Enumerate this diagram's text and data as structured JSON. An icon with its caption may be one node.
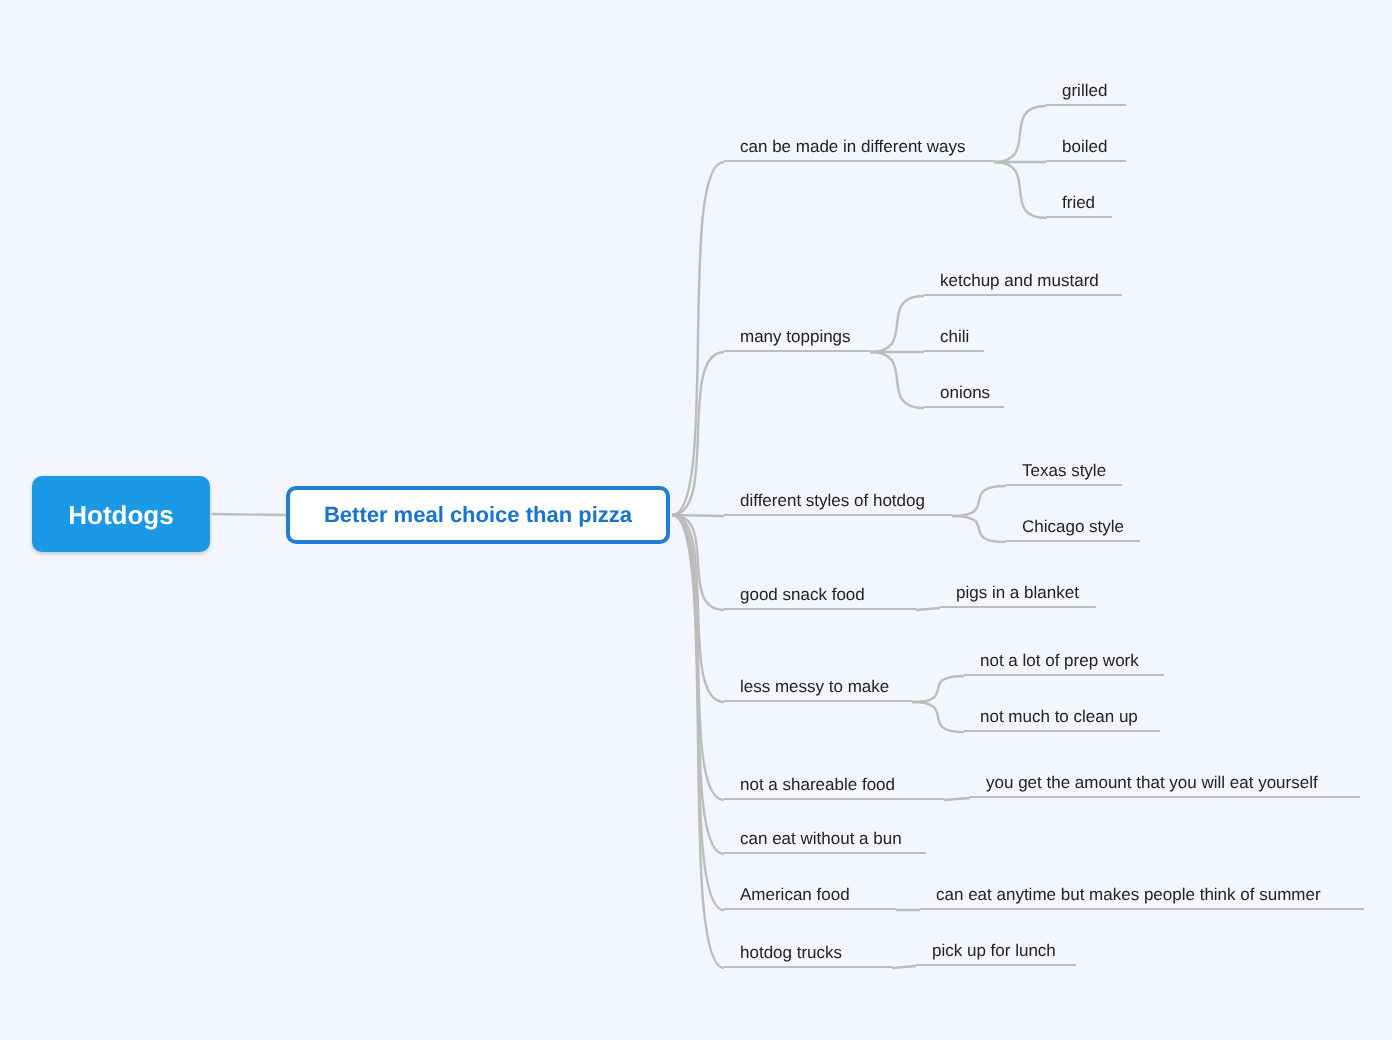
{
  "diagram": {
    "nodes": [
      {
        "text": [
          "Hotdogs"
        ]
      },
      {
        "text": [
          "Better meal choice than pizza"
        ]
      },
      {
        "text": [
          "can be made in different ways"
        ]
      },
      {
        "text": [
          "grilled"
        ]
      },
      {
        "text": [
          "boiled"
        ]
      },
      {
        "text": [
          "fried"
        ]
      },
      {
        "text": [
          "many toppings"
        ]
      },
      {
        "text": [
          "ketchup and mustard"
        ]
      },
      {
        "text": [
          "chili"
        ]
      },
      {
        "text": [
          "onions"
        ]
      },
      {
        "text": [
          "different styles of hotdog"
        ]
      },
      {
        "text": [
          "Texas style"
        ]
      },
      {
        "text": [
          "Chicago style"
        ]
      },
      {
        "text": [
          "good snack food"
        ]
      },
      {
        "text": [
          "pigs in a blanket"
        ]
      },
      {
        "text": [
          "less messy to make"
        ]
      },
      {
        "text": [
          "not a lot of prep work"
        ]
      },
      {
        "text": [
          "not much to clean up"
        ]
      },
      {
        "text": [
          "not a shareable food"
        ]
      },
      {
        "text": [
          "you get the amount that you will eat yourself"
        ]
      },
      {
        "text": [
          "can eat without a bun"
        ]
      },
      {
        "text": [
          "American food"
        ]
      },
      {
        "text": [
          "can eat anytime but makes people think of summer"
        ]
      },
      {
        "text": [
          "hotdog trucks"
        ]
      },
      {
        "text": [
          "pick up for lunch"
        ]
      }
    ],
    "edges": [
      {
        "from": 0,
        "to": 1,
        "arrow": "none"
      },
      {
        "from": 1,
        "to": 2,
        "arrow": "none"
      },
      {
        "from": 2,
        "to": 3,
        "arrow": "none"
      },
      {
        "from": 2,
        "to": 4,
        "arrow": "none"
      },
      {
        "from": 2,
        "to": 5,
        "arrow": "none"
      },
      {
        "from": 1,
        "to": 6,
        "arrow": "none"
      },
      {
        "from": 6,
        "to": 7,
        "arrow": "none"
      },
      {
        "from": 6,
        "to": 8,
        "arrow": "none"
      },
      {
        "from": 6,
        "to": 9,
        "arrow": "none"
      },
      {
        "from": 1,
        "to": 10,
        "arrow": "none"
      },
      {
        "from": 10,
        "to": 11,
        "arrow": "none"
      },
      {
        "from": 10,
        "to": 12,
        "arrow": "none"
      },
      {
        "from": 1,
        "to": 13,
        "arrow": "none"
      },
      {
        "from": 13,
        "to": 14,
        "arrow": "none"
      },
      {
        "from": 1,
        "to": 15,
        "arrow": "none"
      },
      {
        "from": 15,
        "to": 16,
        "arrow": "none"
      },
      {
        "from": 15,
        "to": 17,
        "arrow": "none"
      },
      {
        "from": 1,
        "to": 18,
        "arrow": "none"
      },
      {
        "from": 18,
        "to": 19,
        "arrow": "none"
      },
      {
        "from": 1,
        "to": 20,
        "arrow": "none"
      },
      {
        "from": 1,
        "to": 21,
        "arrow": "none"
      },
      {
        "from": 21,
        "to": 22,
        "arrow": "none"
      },
      {
        "from": 1,
        "to": 23,
        "arrow": "none"
      },
      {
        "from": 23,
        "to": 24,
        "arrow": "none"
      }
    ]
  }
}
